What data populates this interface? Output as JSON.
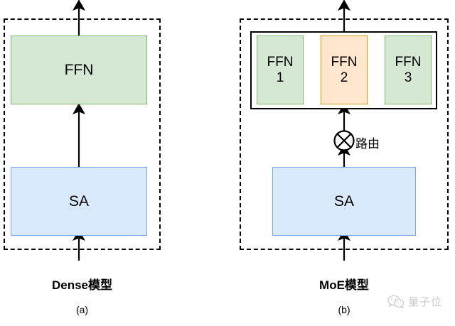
{
  "figure": {
    "background": "#ffffff",
    "colors": {
      "ffn_fill": "#d5e8d4",
      "ffn_stroke": "#82b366",
      "sa_fill": "#dae8fc",
      "sa_stroke": "#7ea6e0",
      "active_expert_fill": "#ffe6cc",
      "active_expert_stroke": "#d79b00",
      "line": "#000000"
    }
  },
  "panel_a": {
    "caption_title": "Dense模型",
    "caption_sub": "(a)",
    "ffn_block": {
      "label": "FFN"
    },
    "sa_block": {
      "label": "SA"
    }
  },
  "panel_b": {
    "caption_title": "MoE模型",
    "caption_sub": "(b)",
    "experts": [
      {
        "label": "FFN\n1",
        "active": false
      },
      {
        "label": "FFN\n2",
        "active": true
      },
      {
        "label": "FFN\n3",
        "active": false
      }
    ],
    "router": {
      "icon": "circle-cross-icon",
      "label": "路由"
    },
    "sa_block": {
      "label": "SA"
    }
  },
  "watermark": {
    "icon": "wechat-icon",
    "text": "量子位"
  }
}
